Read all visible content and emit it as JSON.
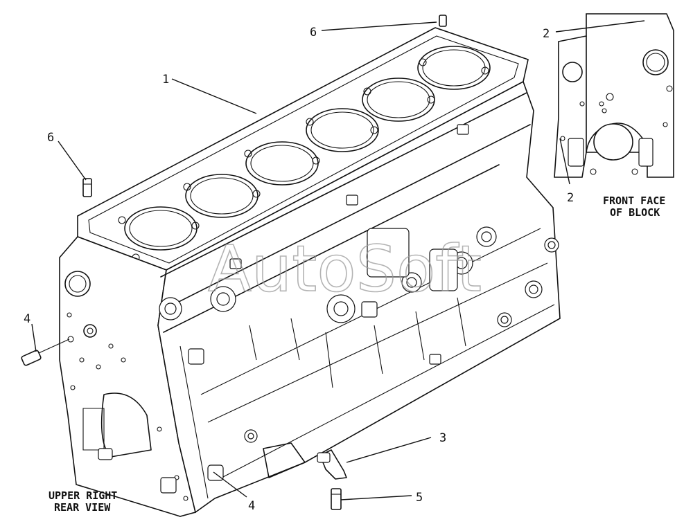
{
  "callouts": {
    "c1": "1",
    "c2a": "2",
    "c2b": "2",
    "c3": "3",
    "c4a": "4",
    "c4b": "4",
    "c5": "5",
    "c6a": "6",
    "c6b": "6"
  },
  "captions": {
    "front_face_line1": "FRONT FACE",
    "front_face_line2": "OF BLOCK",
    "rear_view_line1": "UPPER RIGHT",
    "rear_view_line2": "REAR VIEW"
  },
  "watermark": "AutoSoft"
}
